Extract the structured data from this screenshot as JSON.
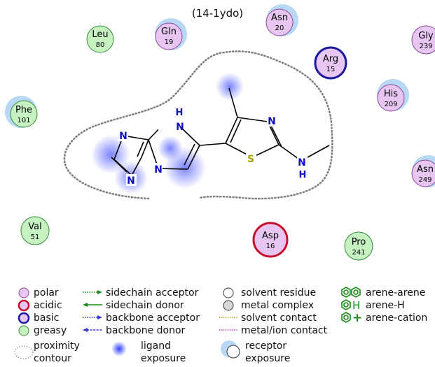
{
  "title": "(14-1ydo)",
  "residues": [
    {
      "name": "Leu",
      "num": "80",
      "type": "greasy"
    },
    {
      "name": "Gln",
      "num": "19",
      "type": "polar"
    },
    {
      "name": "Asn",
      "num": "20",
      "type": "polar"
    },
    {
      "name": "Gly",
      "num": "239",
      "type": "polar"
    },
    {
      "name": "Arg",
      "num": "15",
      "type": "basic"
    },
    {
      "name": "His",
      "num": "209",
      "type": "polar"
    },
    {
      "name": "Phe",
      "num": "101",
      "type": "greasy"
    },
    {
      "name": "Asn",
      "num": "249",
      "type": "polar"
    },
    {
      "name": "Val",
      "num": "51",
      "type": "greasy"
    },
    {
      "name": "Asp",
      "num": "16",
      "type": "acidic"
    },
    {
      "name": "Pro",
      "num": "241",
      "type": "greasy"
    }
  ],
  "atoms": [
    "N",
    "N",
    "N",
    "N",
    "H",
    "N",
    "S",
    "N",
    "H"
  ],
  "colors": {
    "polar": "#e8c6f2",
    "greasy": "#c6f1c0",
    "acidic_ring": "#c8102e",
    "basic_ring": "#1a1aa0",
    "ligand_atom": "#1010c0",
    "sulfur": "#a0a000",
    "exposure": "#5a64ff",
    "receptor_exposure": "#b9d8f5"
  },
  "legend": {
    "col1": [
      "polar",
      "acidic",
      "basic",
      "greasy",
      "proximity",
      "contour"
    ],
    "col2": [
      "sidechain acceptor",
      "sidechain donor",
      "backbone acceptor",
      "backbone donor",
      "ligand",
      "exposure"
    ],
    "col3": [
      "solvent residue",
      "metal complex",
      "solvent contact",
      "metal/ion contact",
      "receptor",
      "exposure"
    ],
    "col4": [
      "arene-arene",
      "arene-H",
      "arene-cation"
    ],
    "arene_h_symbol": "H",
    "arene_cation_symbol": "+"
  }
}
